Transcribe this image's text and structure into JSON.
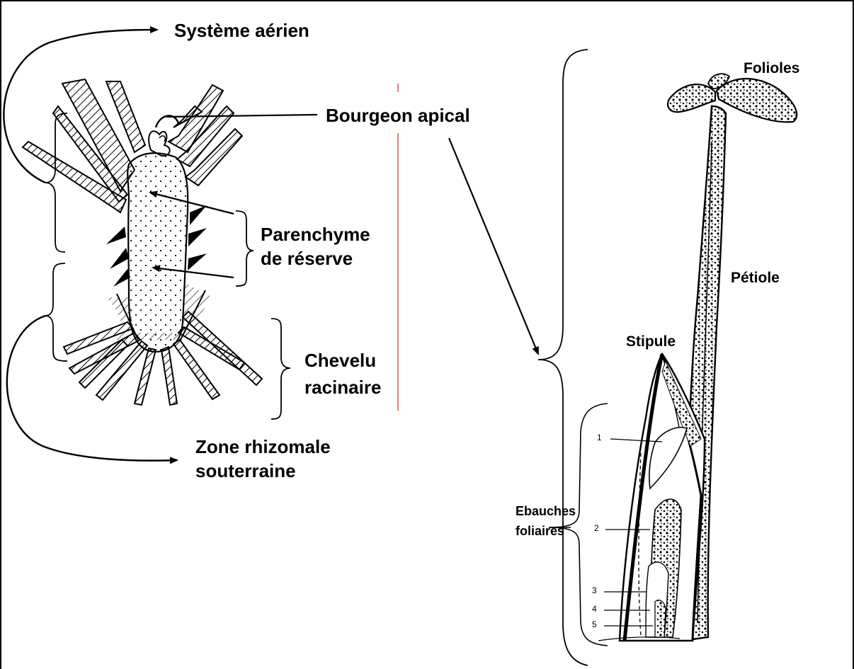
{
  "labels": {
    "systeme_aerien": "Système aérien",
    "bourgeon_apical": "Bourgeon apical",
    "parenchyme_line1": "Parenchyme",
    "parenchyme_line2": "de réserve",
    "chevelu_line1": "Chevelu",
    "chevelu_line2": "racinaire",
    "zone_line1": "Zone rhizomale",
    "zone_line2": "souterraine",
    "folioles": "Folioles",
    "petiole": "Pétiole",
    "stipule": "Stipule",
    "ebauches_line1": "Ebauches",
    "ebauches_line2": "foliaires"
  },
  "numbers": [
    "1",
    "2",
    "3",
    "4",
    "5"
  ],
  "colors": {
    "ink": "#000000",
    "separator": "#e05050",
    "background": "#ffffff"
  }
}
